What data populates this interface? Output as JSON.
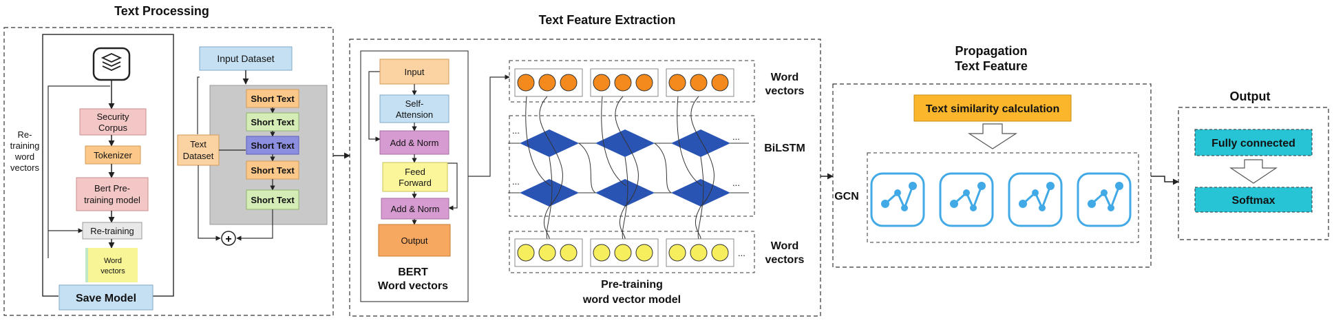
{
  "sections": {
    "text_processing": "Text Processing",
    "text_feature_extraction": "Text Feature Extraction",
    "propagation_line1": "Propagation",
    "propagation_line2": "Text Feature",
    "output": "Output"
  },
  "text_processing": {
    "retraining_word_vectors": [
      "Re-",
      "training",
      "word",
      "vectors"
    ],
    "security_corpus": [
      "Security",
      "Corpus"
    ],
    "tokenizer": "Tokenizer",
    "bert_pretraining": [
      "Bert Pre-",
      "training model"
    ],
    "retraining": "Re-training",
    "word_vectors": [
      "Word",
      "vectors"
    ],
    "save_model": "Save Model",
    "input_dataset": "Input Dataset",
    "text_dataset": [
      "Text",
      "Dataset"
    ],
    "short_texts": [
      "Short Text",
      "Short Text",
      "Short Text",
      "Short Text",
      "Short Text"
    ],
    "plus_symbol": "+"
  },
  "bert": {
    "input": "Input",
    "self_attention": [
      "Self-",
      "Attension"
    ],
    "add_norm_1": "Add & Norm",
    "feed_forward": [
      "Feed",
      "Forward"
    ],
    "add_norm_2": "Add & Norm",
    "output": "Output",
    "caption": [
      "BERT",
      "Word vectors"
    ]
  },
  "bilstm": {
    "word_vectors_top": [
      "Word",
      "vectors"
    ],
    "label": "BiLSTM",
    "word_vectors_bottom": [
      "Word",
      "vectors"
    ],
    "caption": [
      "Pre-training",
      "word vector model"
    ],
    "ellipsis": "..."
  },
  "gcn": {
    "similarity": "Text similarity calculation",
    "label": "GCN"
  },
  "output": {
    "fully_connected": "Fully connected",
    "softmax": "Softmax"
  },
  "colors": {
    "pink": "#f4c7c7",
    "orange_light": "#fbd3a3",
    "orange": "#f7a860",
    "yellow": "#fbf69a",
    "blue_light": "#c5e0f3",
    "green": "#d5ecb6",
    "purple": "#9d9ee3",
    "magenta": "#d69cd1",
    "gcn_blue": "#41a9e6",
    "node_orange": "#f48a1d",
    "node_yellow": "#f7ee5e",
    "diamond": "#2a54b4",
    "gold": "#fbb62c",
    "cyan": "#27c4d6",
    "gray": "#c9c9c9"
  }
}
